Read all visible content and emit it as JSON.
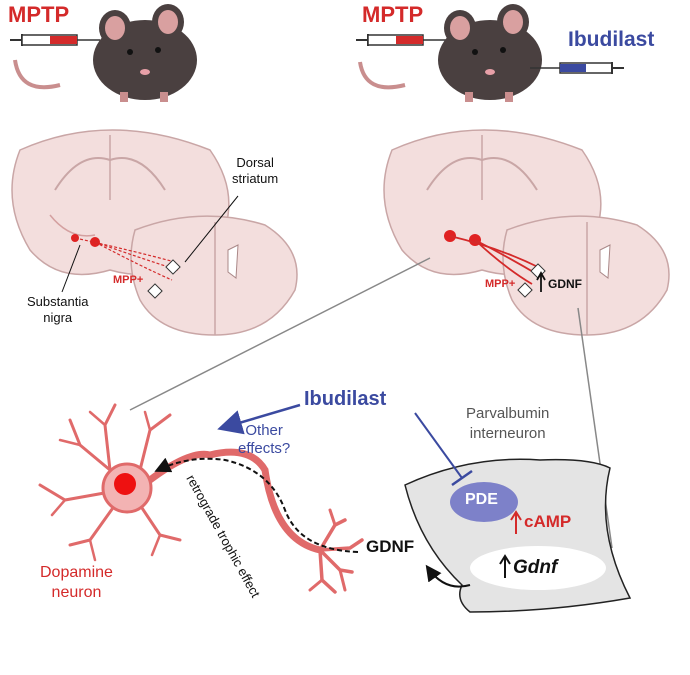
{
  "left_panel": {
    "title": "MPTP",
    "label_dorsal_1": "Dorsal",
    "label_dorsal_2": "striatum",
    "label_substantia_1": "Substantia",
    "label_substantia_2": "nigra",
    "label_mpp": "MPP+"
  },
  "right_panel": {
    "title": "MPTP",
    "drug": "Ibudilast",
    "label_mpp": "MPP+",
    "label_gdnf": "GDNF"
  },
  "bottom": {
    "drug": "Ibudilast",
    "other_effects_1": "Other",
    "other_effects_2": "effects?",
    "interneuron_1": "Parvalbumin",
    "interneuron_2": "interneuron",
    "pde": "PDE",
    "camp": "cAMP",
    "gdnf_gene": "Gdnf",
    "gdnf_protein": "GDNF",
    "retrograde": "retrograde trophic effect",
    "neuron_1": "Dopamine",
    "neuron_2": "neuron"
  },
  "colors": {
    "accent_red": "#d42a2a",
    "accent_blue": "#3b4aa0",
    "brain_fill": "#f3dedd",
    "neuron": "#e06a6a"
  }
}
